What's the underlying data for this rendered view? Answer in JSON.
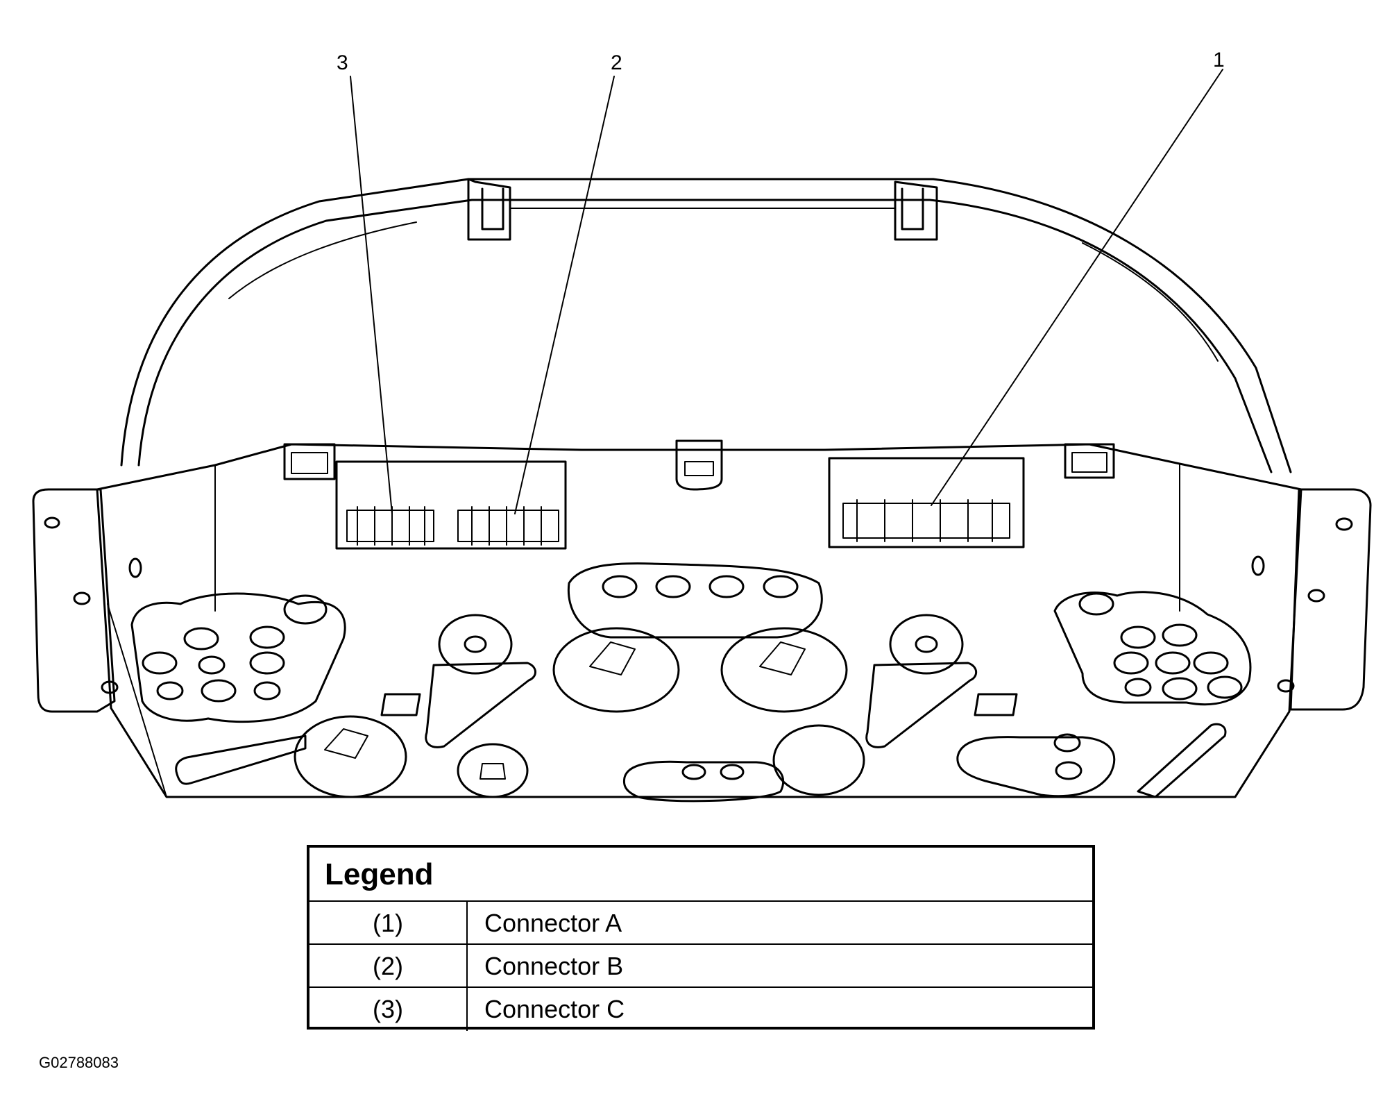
{
  "callouts": [
    "3",
    "2",
    "1"
  ],
  "legend": {
    "title": "Legend",
    "rows": [
      {
        "num": "(1)",
        "label": "Connector A"
      },
      {
        "num": "(2)",
        "label": "Connector B"
      },
      {
        "num": "(3)",
        "label": "Connector C"
      }
    ]
  },
  "figure_id": "G02788083"
}
